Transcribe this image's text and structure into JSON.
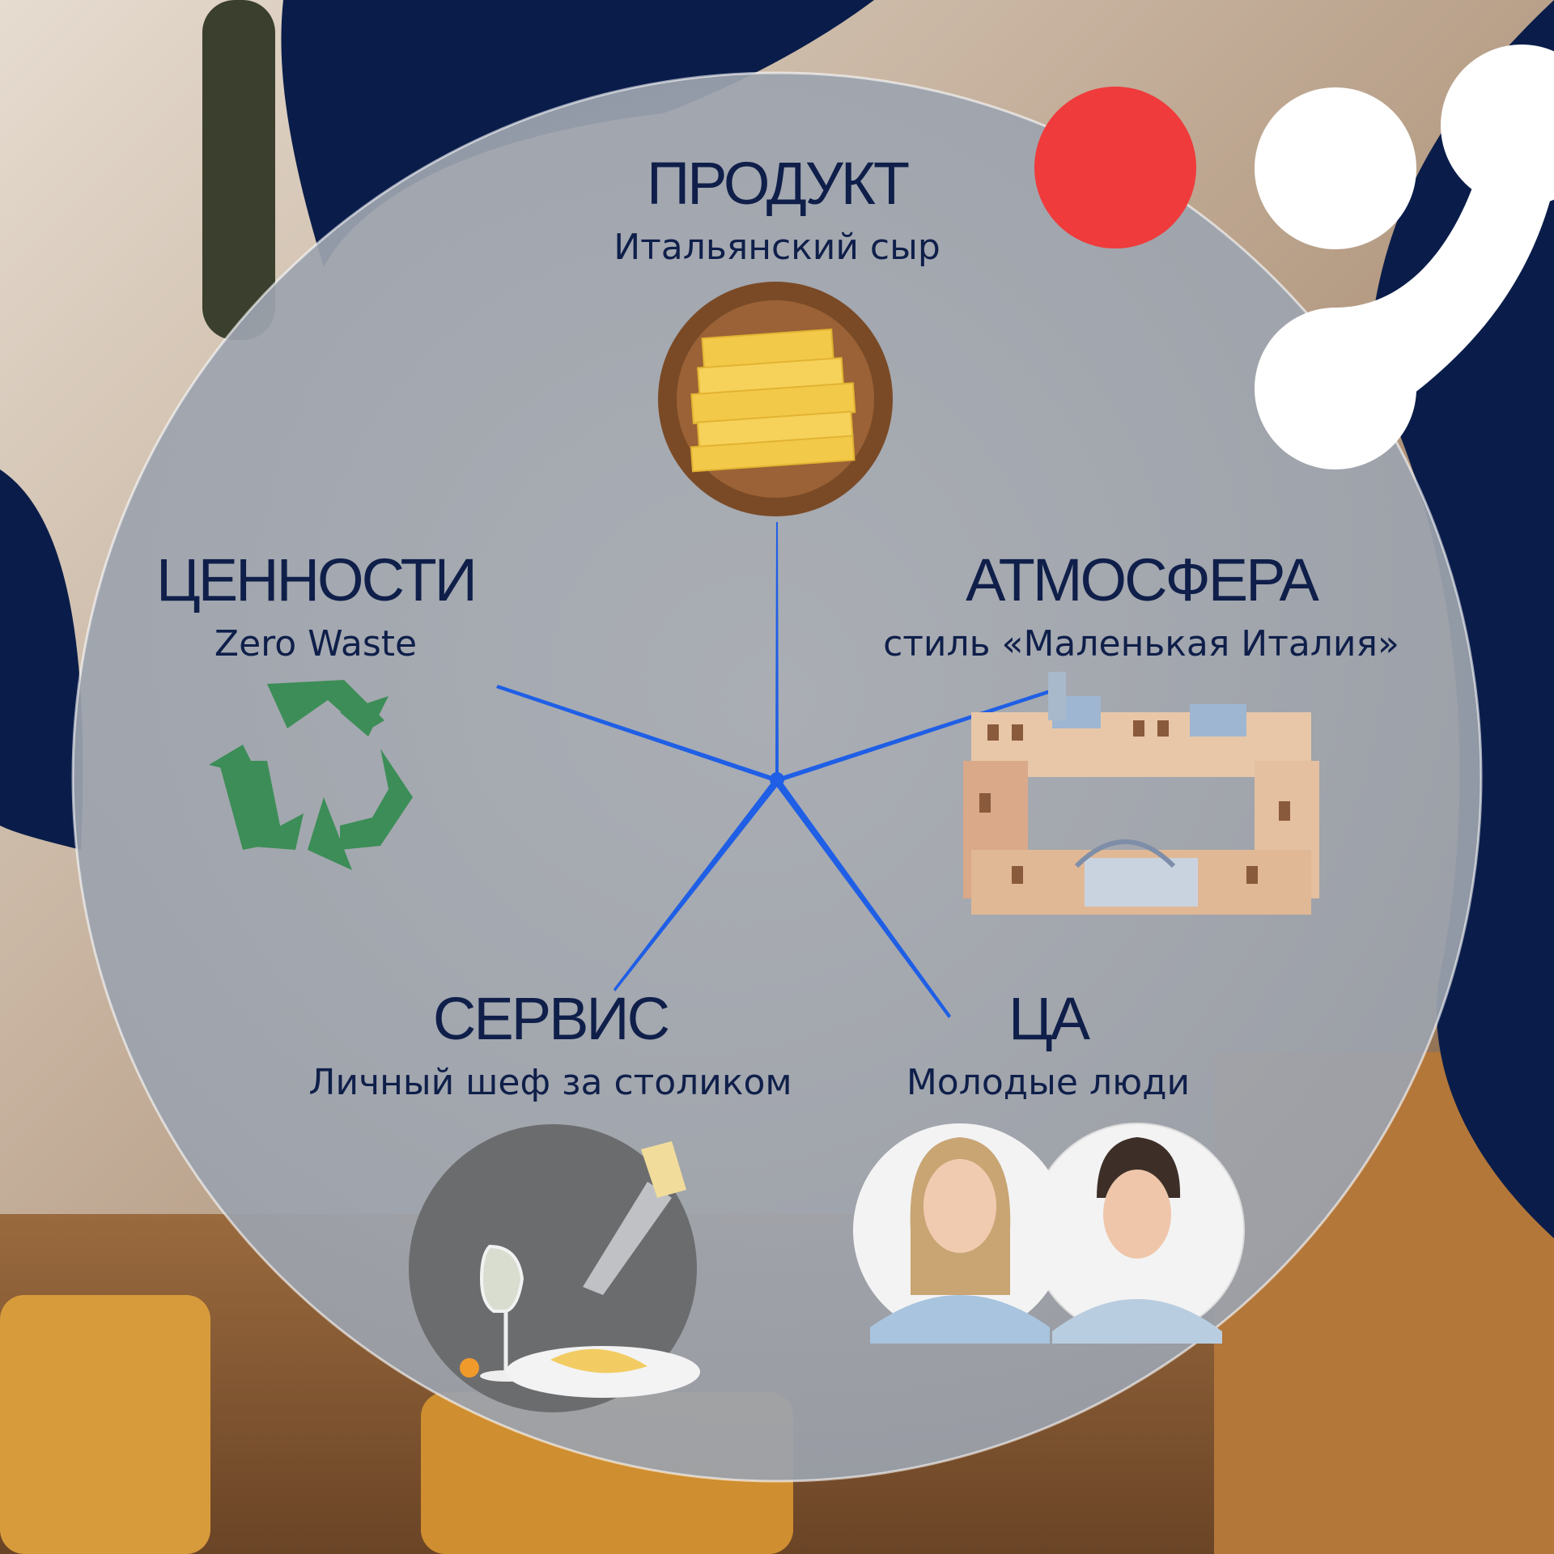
{
  "colors": {
    "navy": "#0a1d4a",
    "accent_red": "#ef3b3b",
    "star_blue": "#1f5fe6",
    "text": "#0f1f4a",
    "circle_fill": "#a3a9b3"
  },
  "segments": {
    "product": {
      "title": "ПРОДУКТ",
      "subtitle": "Итальянский сыр"
    },
    "atmosphere": {
      "title": "АТМОСФЕРА",
      "subtitle": "стиль «Маленькая Италия»"
    },
    "values": {
      "title": "ЦЕННОСТИ",
      "subtitle": "Zero Waste"
    },
    "service": {
      "title": "СЕРВИС",
      "subtitle": "Личный шеф за столиком"
    },
    "audience": {
      "title": "ЦА",
      "subtitle": "Молодые люди"
    }
  },
  "icons": {
    "product": "cheese-plate-icon",
    "atmosphere": "italian-town-icon",
    "values": "recycle-icon",
    "service": "chef-grater-icon",
    "audience": "young-people-icon"
  }
}
